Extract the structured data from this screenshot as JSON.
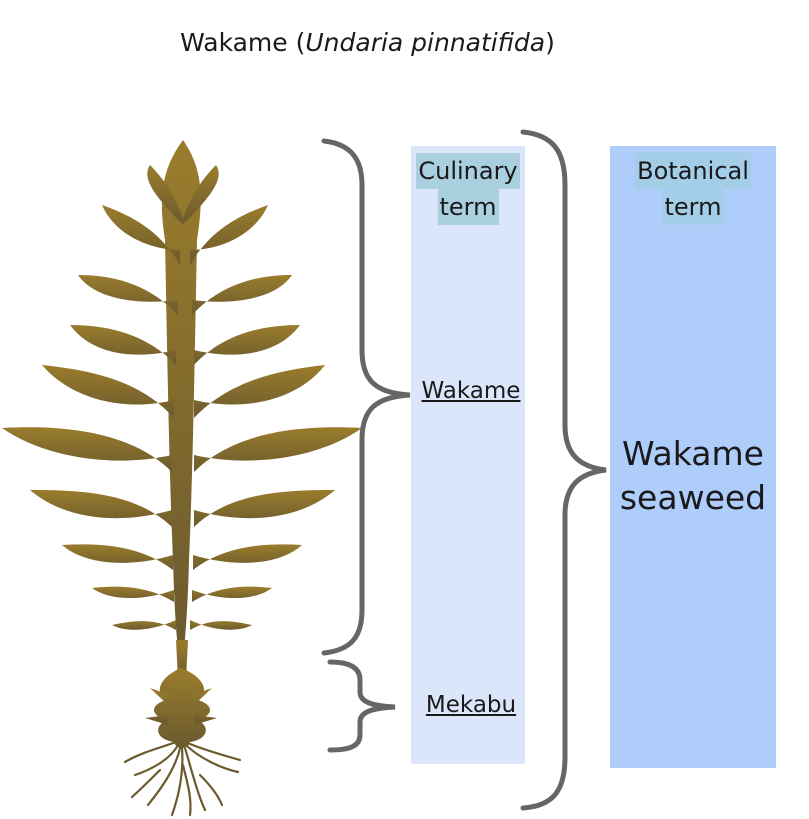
{
  "title": {
    "prefix": "Wakame (",
    "species": "Undaria pinnatifida",
    "suffix": ")"
  },
  "culinary": {
    "header_line1": "Culinary",
    "header_line2": "term",
    "wakame": "Wakame",
    "mekabu": "Mekabu"
  },
  "botanical": {
    "header_line1": "Botanical",
    "header_line2": "term",
    "term_line1": "Wakame",
    "term_line2": "seaweed"
  },
  "colors": {
    "culinary_column": "#dce6fb",
    "botanical_column": "#aecdfb",
    "header_highlight": "#aad0e0",
    "seaweed_light": "#9a7c2c",
    "seaweed_dark": "#6b5a2e",
    "brace": "#666666"
  }
}
